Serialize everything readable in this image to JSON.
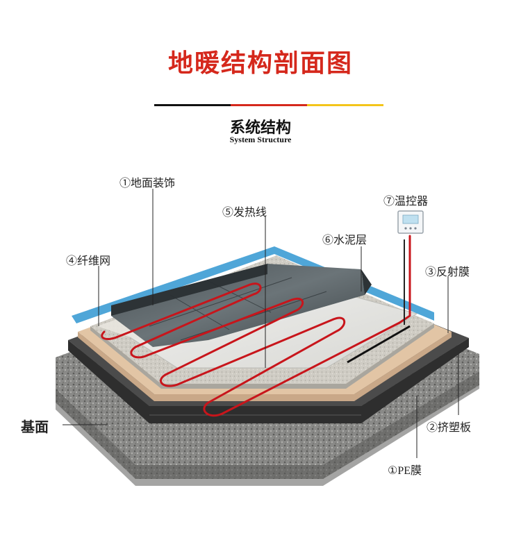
{
  "header": {
    "title": "地暖结构剖面图",
    "subtitle": "系统结构",
    "subtitle_en": "System Structure"
  },
  "colors": {
    "title_red": "#d5281c",
    "rule_black": "#111111",
    "rule_red": "#d5281c",
    "rule_yellow": "#f4c51a",
    "cable_red": "#c8151b"
  },
  "labels": {
    "floor_finish": "①地面装饰",
    "heating_cable": "⑤发热线",
    "thermostat": "⑦温控器",
    "cement_layer": "⑥水泥层",
    "fiber_mesh": "④纤维网",
    "reflective_film": "③反射膜",
    "base": "基面",
    "xps_board": "②挤塑板",
    "pe_film": "①PE膜"
  }
}
